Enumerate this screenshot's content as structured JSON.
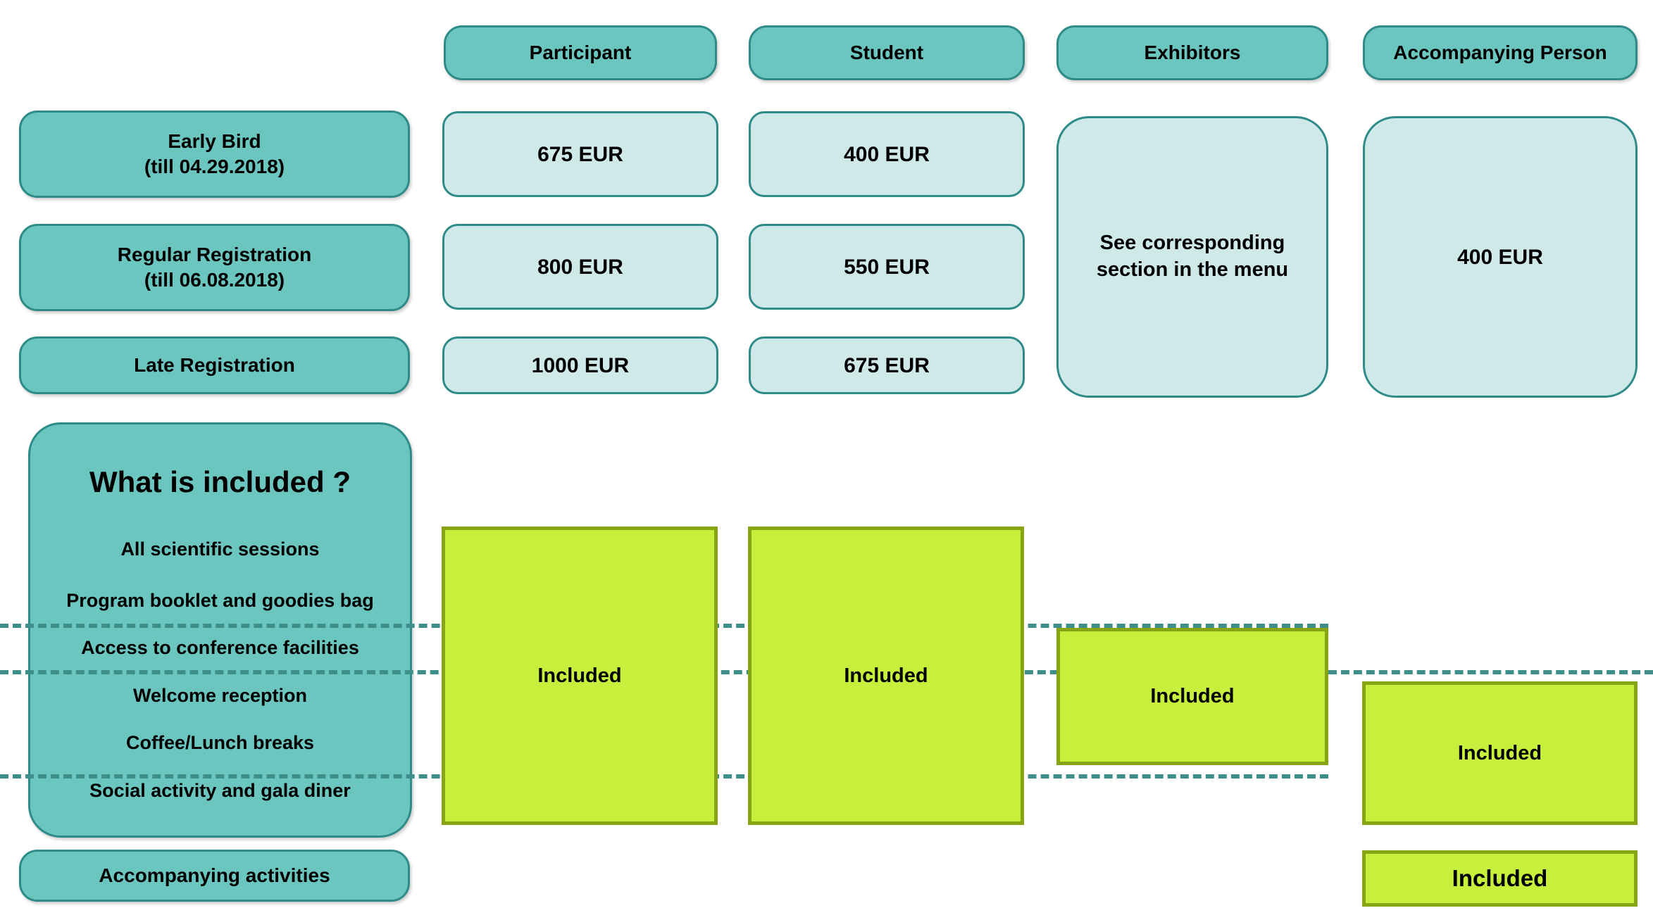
{
  "colors": {
    "teal_fill": "#6CC6C0",
    "teal_border": "#2E8B87",
    "light_fill": "#CFE8E8",
    "green_fill": "#C6F03C",
    "green_border": "#87A413",
    "dash_color": "#3E8E8A",
    "text": "#000000",
    "background": "#FFFFFF"
  },
  "columns": [
    {
      "label": "Participant"
    },
    {
      "label": "Student"
    },
    {
      "label": "Exhibitors"
    },
    {
      "label": "Accompanying Person"
    }
  ],
  "rows": [
    {
      "label_line1": "Early Bird",
      "label_line2": "(till 04.29.2018)"
    },
    {
      "label_line1": "Regular Registration",
      "label_line2": "(till 06.08.2018)"
    },
    {
      "label_line1": "Late Registration",
      "label_line2": ""
    }
  ],
  "prices": {
    "participant": [
      "675 EUR",
      "800 EUR",
      "1000 EUR"
    ],
    "student": [
      "400 EUR",
      "550 EUR",
      "675 EUR"
    ],
    "exhibitors_note_line1": "See corresponding",
    "exhibitors_note_line2": "section in the menu",
    "accompanying_person": "400 EUR"
  },
  "included_panel": {
    "title": "What is included ?",
    "benefits": [
      "All scientific sessions",
      "Program booklet and goodies bag",
      "Access to conference facilities",
      "Welcome reception",
      "Coffee/Lunch breaks",
      "Social activity and gala diner"
    ]
  },
  "accompanying_activities": {
    "label": "Accompanying activities"
  },
  "included_marks": {
    "participant": "Included",
    "student": "Included",
    "exhibitors": "Included",
    "accompanying_person_main": "Included",
    "accompanying_person_activities": "Included"
  },
  "chart_data": {
    "type": "table",
    "title": "Conference Registration Fees and Inclusions",
    "categories": [
      "Participant",
      "Student",
      "Exhibitors",
      "Accompanying Person"
    ],
    "row_labels": [
      "Early Bird (till 04.29.2018)",
      "Regular Registration (till 06.08.2018)",
      "Late Registration"
    ],
    "series": [
      {
        "name": "Participant",
        "values": [
          675,
          800,
          1000
        ],
        "unit": "EUR"
      },
      {
        "name": "Student",
        "values": [
          400,
          550,
          675
        ],
        "unit": "EUR"
      },
      {
        "name": "Exhibitors",
        "values": [
          null,
          null,
          null
        ],
        "note": "See corresponding section in the menu"
      },
      {
        "name": "Accompanying Person",
        "values": [
          400,
          400,
          400
        ],
        "unit": "EUR"
      }
    ],
    "inclusions": [
      {
        "benefit": "All scientific sessions",
        "participant": true,
        "student": true,
        "exhibitors": false,
        "accompanying_person": false
      },
      {
        "benefit": "Program booklet and goodies bag",
        "participant": true,
        "student": true,
        "exhibitors": false,
        "accompanying_person": false
      },
      {
        "benefit": "Access to conference facilities",
        "participant": true,
        "student": true,
        "exhibitors": true,
        "accompanying_person": false
      },
      {
        "benefit": "Welcome reception",
        "participant": true,
        "student": true,
        "exhibitors": true,
        "accompanying_person": true
      },
      {
        "benefit": "Coffee/Lunch breaks",
        "participant": true,
        "student": true,
        "exhibitors": true,
        "accompanying_person": true
      },
      {
        "benefit": "Social activity and gala diner",
        "participant": true,
        "student": true,
        "exhibitors": false,
        "accompanying_person": true
      },
      {
        "benefit": "Accompanying activities",
        "participant": false,
        "student": false,
        "exhibitors": false,
        "accompanying_person": true
      }
    ],
    "xlabel": "",
    "ylabel": "",
    "legend": []
  }
}
